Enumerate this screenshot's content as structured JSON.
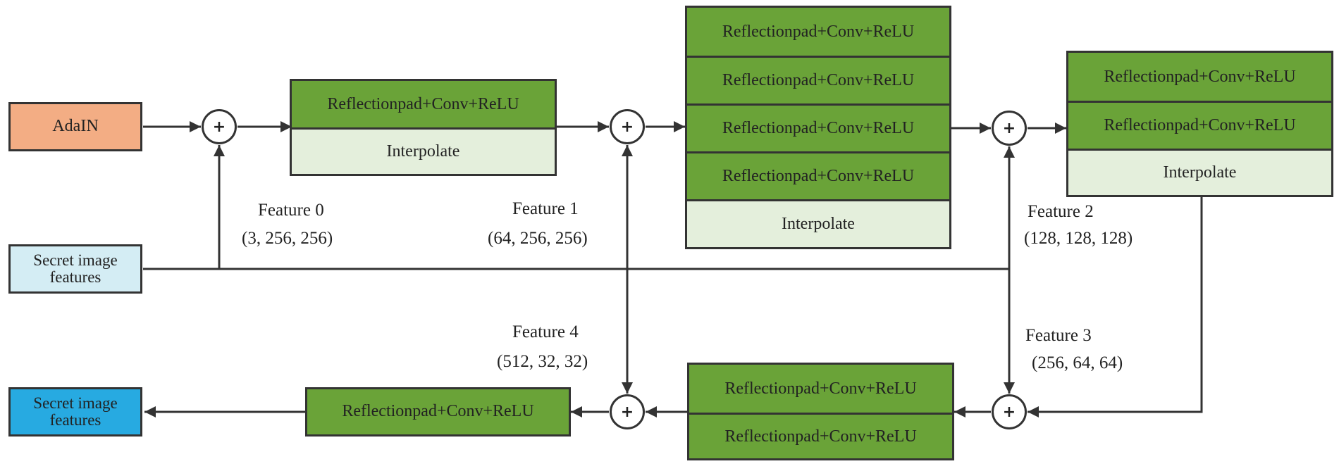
{
  "colors": {
    "adain_fill": "#f3ad84",
    "secret_input_fill": "#d4edf4",
    "secret_output_fill": "#27aae1",
    "conv_fill": "#6aa338",
    "interpolate_fill": "#e4efdc",
    "line": "#333333"
  },
  "inputs": {
    "adain": "AdaIN",
    "secret_features": [
      "Secret image",
      "features"
    ]
  },
  "output": {
    "secret_features": [
      "Secret image",
      "features"
    ]
  },
  "sum_symbol": "+",
  "blocks": {
    "block1": [
      "Reflectionpad+Conv+ReLU",
      "Interpolate"
    ],
    "block2": [
      "Reflectionpad+Conv+ReLU",
      "Reflectionpad+Conv+ReLU",
      "Reflectionpad+Conv+ReLU",
      "Reflectionpad+Conv+ReLU",
      "Interpolate"
    ],
    "block3": [
      "Reflectionpad+Conv+ReLU",
      "Reflectionpad+Conv+ReLU",
      "Interpolate"
    ],
    "block4": [
      "Reflectionpad+Conv+ReLU",
      "Reflectionpad+Conv+ReLU"
    ],
    "block5": [
      "Reflectionpad+Conv+ReLU"
    ]
  },
  "features": [
    {
      "name": "Feature 0",
      "shape": "(3, 256, 256)"
    },
    {
      "name": "Feature 1",
      "shape": "(64, 256, 256)"
    },
    {
      "name": "Feature 2",
      "shape": "(128, 128, 128)"
    },
    {
      "name": "Feature 3",
      "shape": "(256, 64, 64)"
    },
    {
      "name": "Feature 4",
      "shape": "(512, 32, 32)"
    }
  ]
}
